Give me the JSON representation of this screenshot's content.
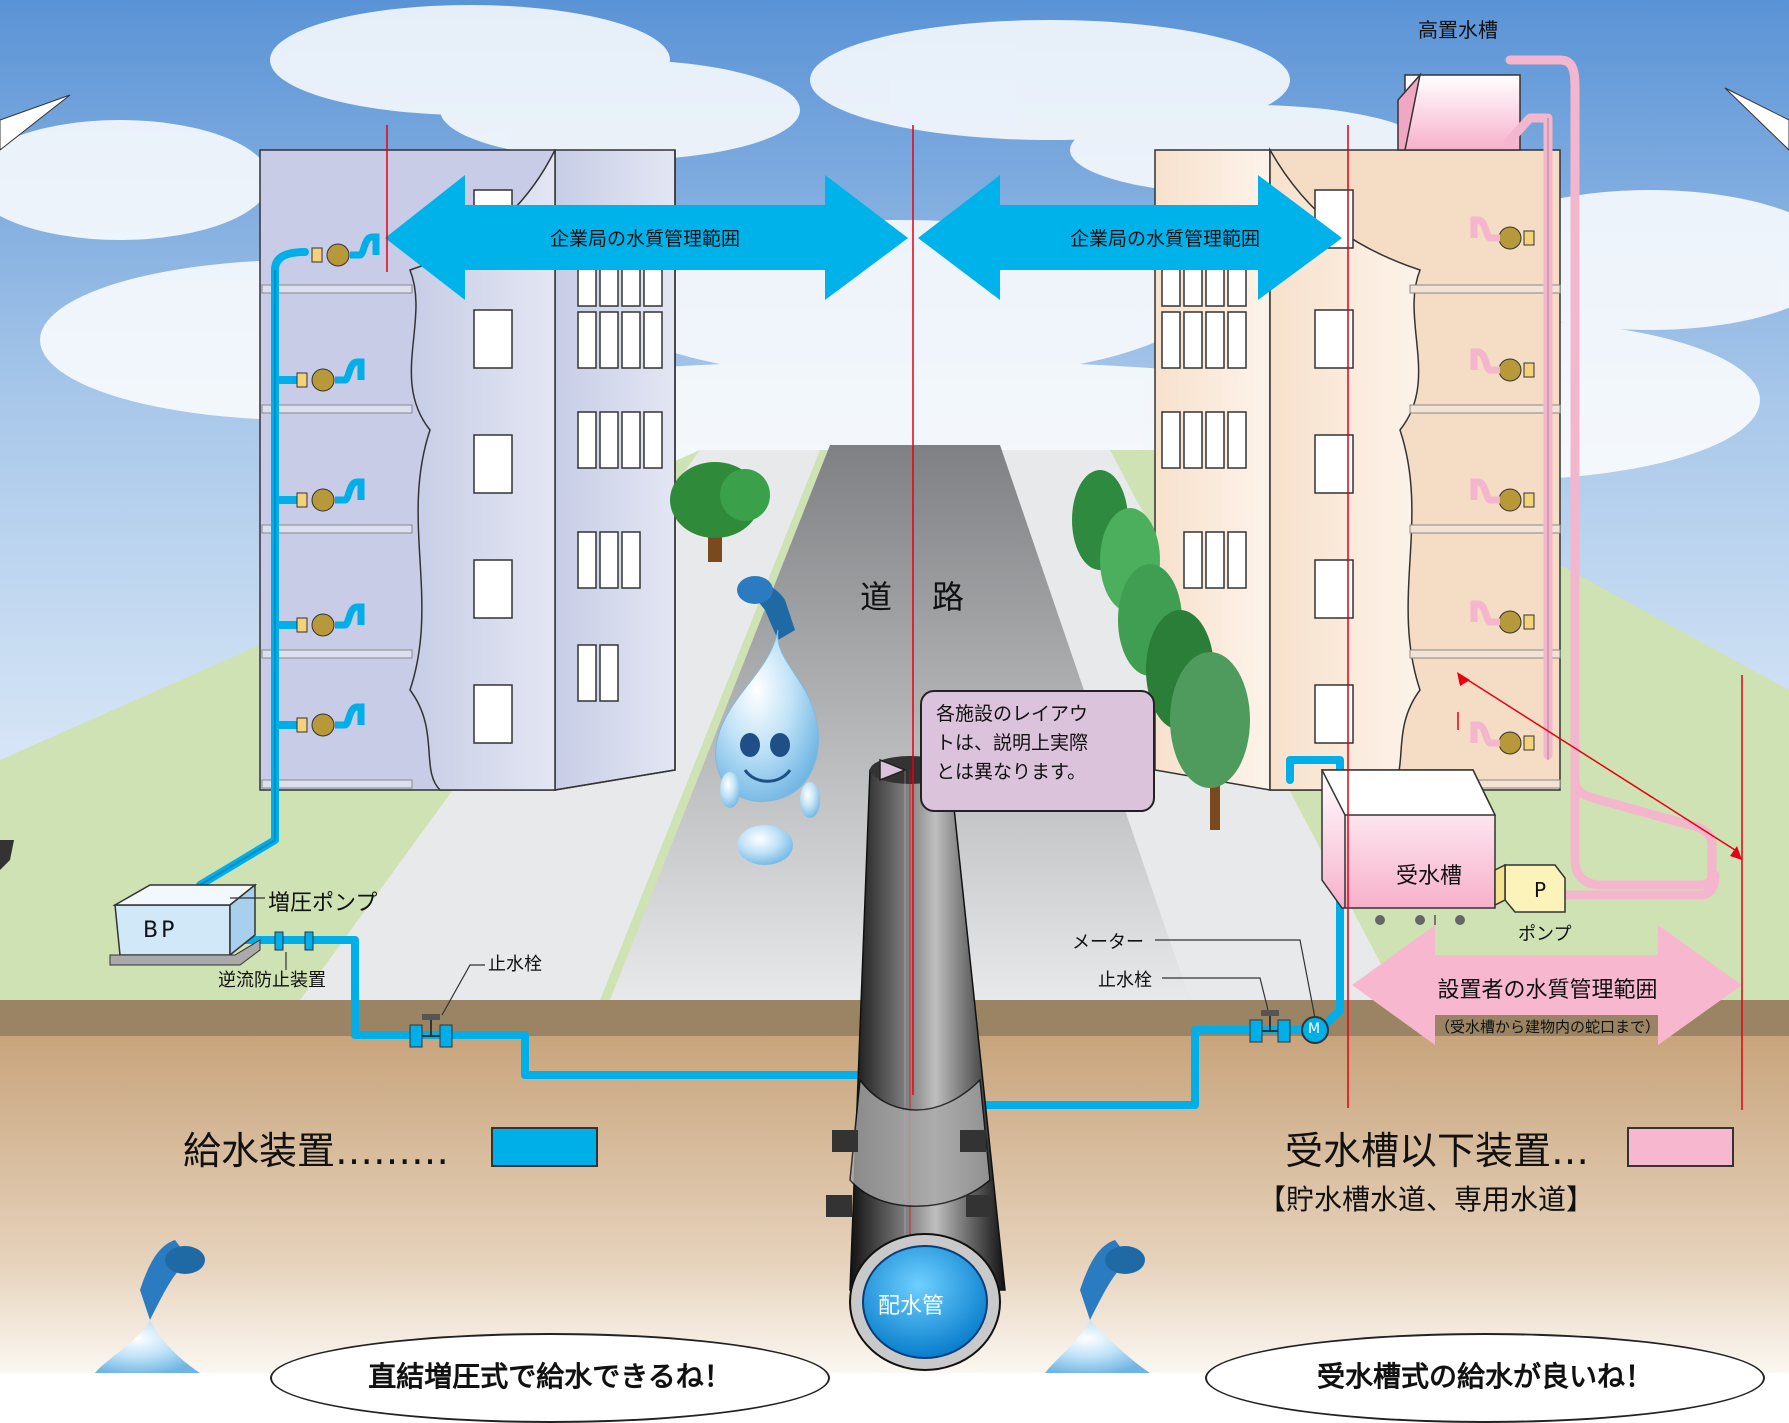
{
  "labels": {
    "elevated_tank": "高置水槽",
    "scope_left": "企業局の水質管理範囲",
    "scope_right": "企業局の水質管理範囲",
    "road": "道　路",
    "booster_pump": "増圧ポンプ",
    "bp": "BP",
    "backflow_preventer": "逆流防止装置",
    "stop_valve_left": "止水栓",
    "meter": "メーター",
    "stop_valve_right": "止水栓",
    "receiving_tank": "受水槽",
    "pump_p": "P",
    "pump": "ポンプ",
    "installer_scope": "設置者の水質管理範囲",
    "installer_scope_note": "（受水槽から建物内の蛇口まで）",
    "distribution_main": "配水管",
    "meter_symbol": "M"
  },
  "note_bubble": {
    "lines": [
      "各施設のレイアウ",
      "トは、説明上実際",
      "とは異なります。"
    ]
  },
  "legend": {
    "supply": "給水装置………",
    "tank_system": "受水槽以下装置…",
    "tank_system_sub": "【貯水槽水道、専用水道】"
  },
  "speech": {
    "left": "直結増圧式で給水できるね！",
    "right": "受水槽式の給水が良いね！"
  },
  "colors": {
    "supply_pipe": "#00aee8",
    "tank_pipe": "#f4b6cc",
    "scope_arrow": "#00b2ea",
    "installer_arrow": "#f7b8cf",
    "boundary_line": "#e60012",
    "soil": "#c9a57c",
    "road": "#a9abae",
    "grass": "#cfe2b4"
  }
}
